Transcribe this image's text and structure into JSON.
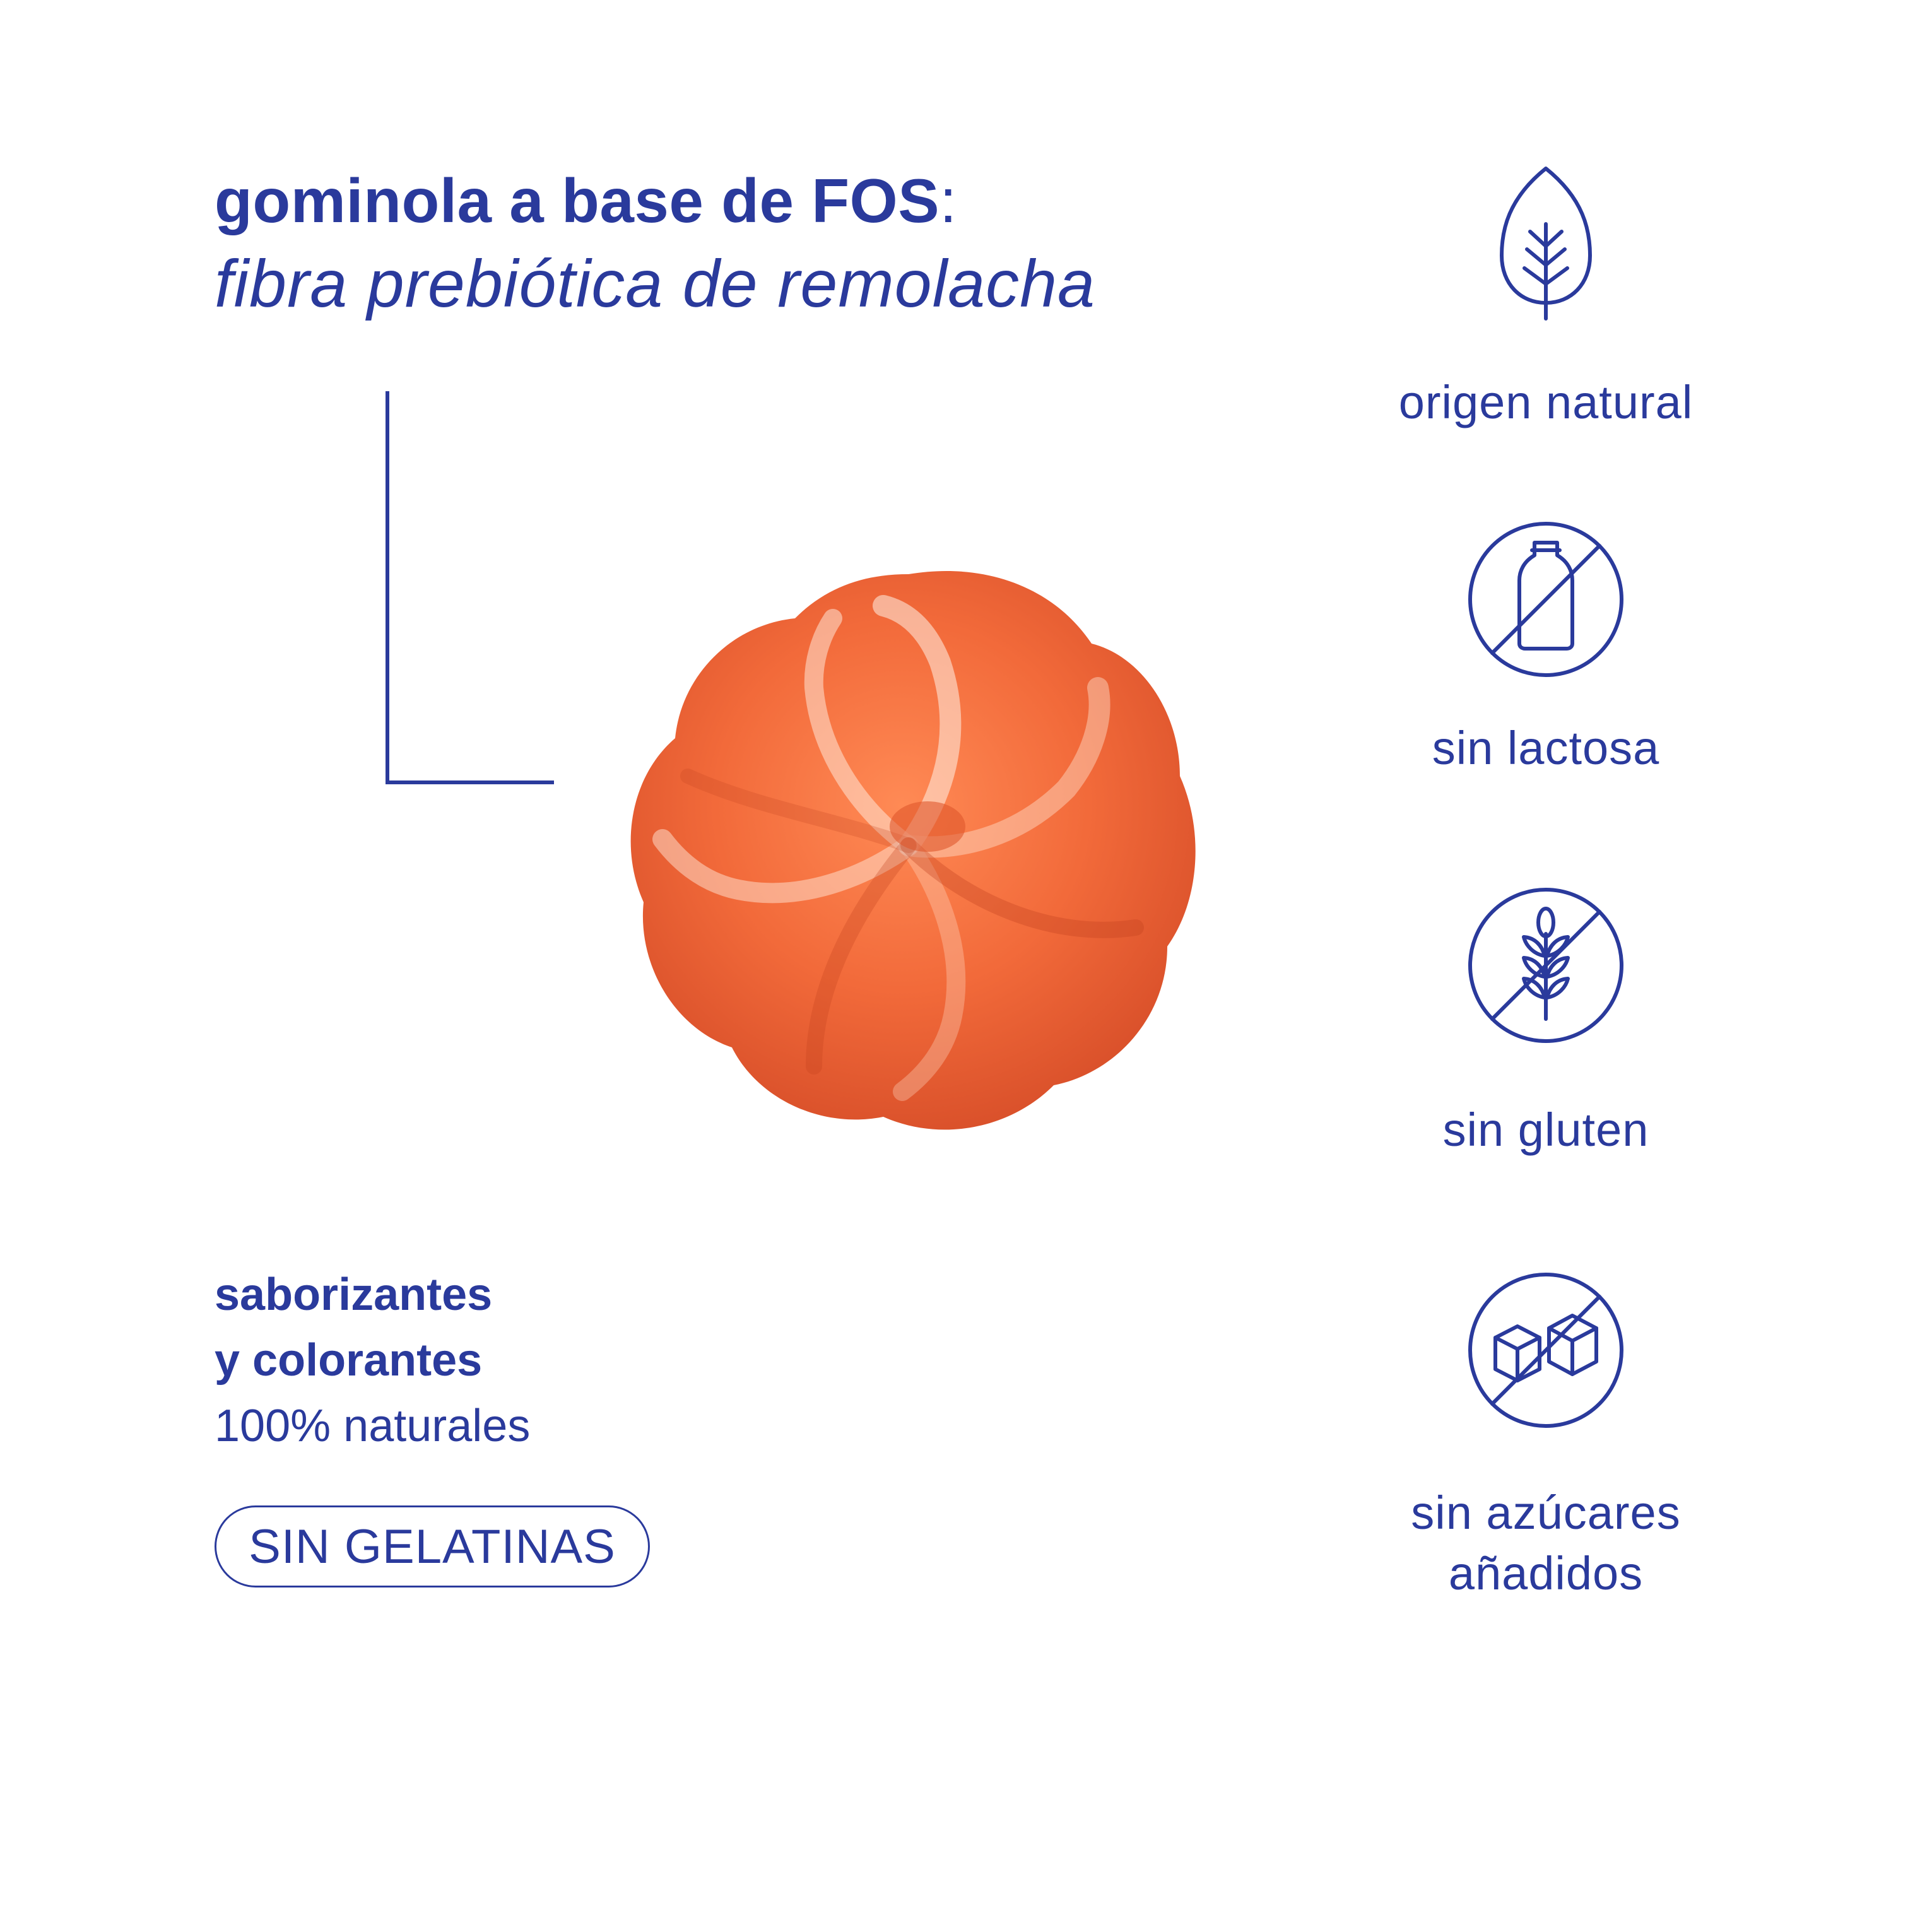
{
  "heading": {
    "title": "gominola a base de FOS",
    "title_suffix": ":",
    "subtitle": "fibra prebiótica de remolacha"
  },
  "ingredients": {
    "line1": "saborizantes",
    "line2": "y colorantes",
    "line3": "100% naturales"
  },
  "badge": "SIN GELATINAS",
  "features": [
    {
      "icon": "leaf-icon",
      "label": "origen natural"
    },
    {
      "icon": "no-milk-bottle-icon",
      "label": "sin lactosa"
    },
    {
      "icon": "no-wheat-icon",
      "label": "sin gluten"
    },
    {
      "icon": "no-sugar-cubes-icon",
      "label": "sin azúcares",
      "label2": "añadidos"
    }
  ],
  "colors": {
    "brand": "#2a3a9c",
    "gummy": "#f26a3a",
    "background": "#ffffff"
  }
}
